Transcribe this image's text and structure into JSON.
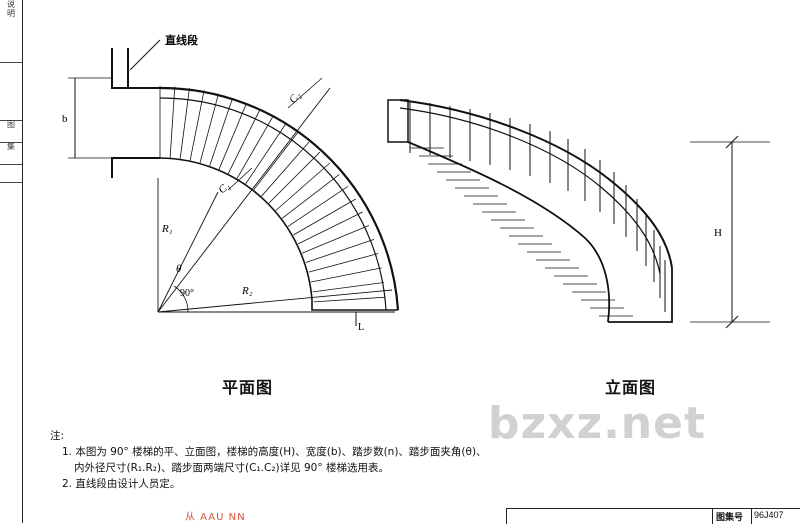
{
  "side_strip": {
    "cells": [
      "说",
      "明",
      "图",
      "集"
    ]
  },
  "plan": {
    "caption": "平面图",
    "labels": {
      "straight_flight": "直线段",
      "b": "b",
      "R1": "R₁",
      "R2": "R₂",
      "C1": "C₁",
      "C2": "C₂",
      "theta": "θ",
      "angle": "90°",
      "L": "L"
    }
  },
  "elevation": {
    "caption": "立面图",
    "labels": {
      "H": "H"
    }
  },
  "notes": {
    "heading": "注:",
    "lines": [
      "1. 本图为 90° 楼梯的平、立面图，楼梯的高度(H)、宽度(b)、踏步数(n)、踏步面夹角(θ)、",
      "内外径尺寸(R₁.R₂)、踏步面两端尺寸(C₁.C₂)详见 90° 楼梯选用表。",
      "2. 直线段由设计人员定。"
    ]
  },
  "watermark": "bzxz.net",
  "stamp_text": "从 AAU NN",
  "title_block": {
    "label": "图集号",
    "value": "96J407"
  }
}
